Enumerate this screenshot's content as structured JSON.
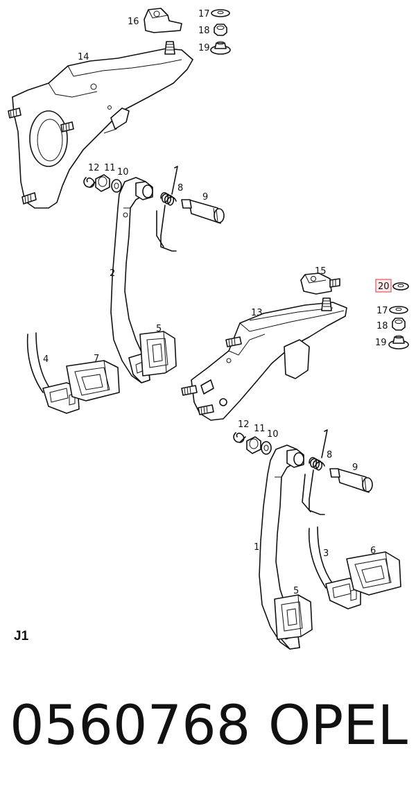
{
  "diagram": {
    "callouts": {
      "c16": "16",
      "c17a": "17",
      "c18a": "18",
      "c19a": "19",
      "c14": "14",
      "c12a": "12",
      "c11a": "11",
      "c10a": "10",
      "c8a": "8",
      "c9a": "9",
      "c2": "2",
      "c5a": "5",
      "c4": "4",
      "c7": "7",
      "c15": "15",
      "c20": "20",
      "c17b": "17",
      "c18b": "18",
      "c19b": "19",
      "c13": "13",
      "c12b": "12",
      "c11b": "11",
      "c10b": "10",
      "c8b": "8",
      "c9b": "9",
      "c1": "1",
      "c3": "3",
      "c6": "6",
      "c5b": "5"
    },
    "highlight_color": "#e0565f"
  },
  "sheet_label": "J1",
  "part_number": "0560768",
  "brand": "OPEL"
}
